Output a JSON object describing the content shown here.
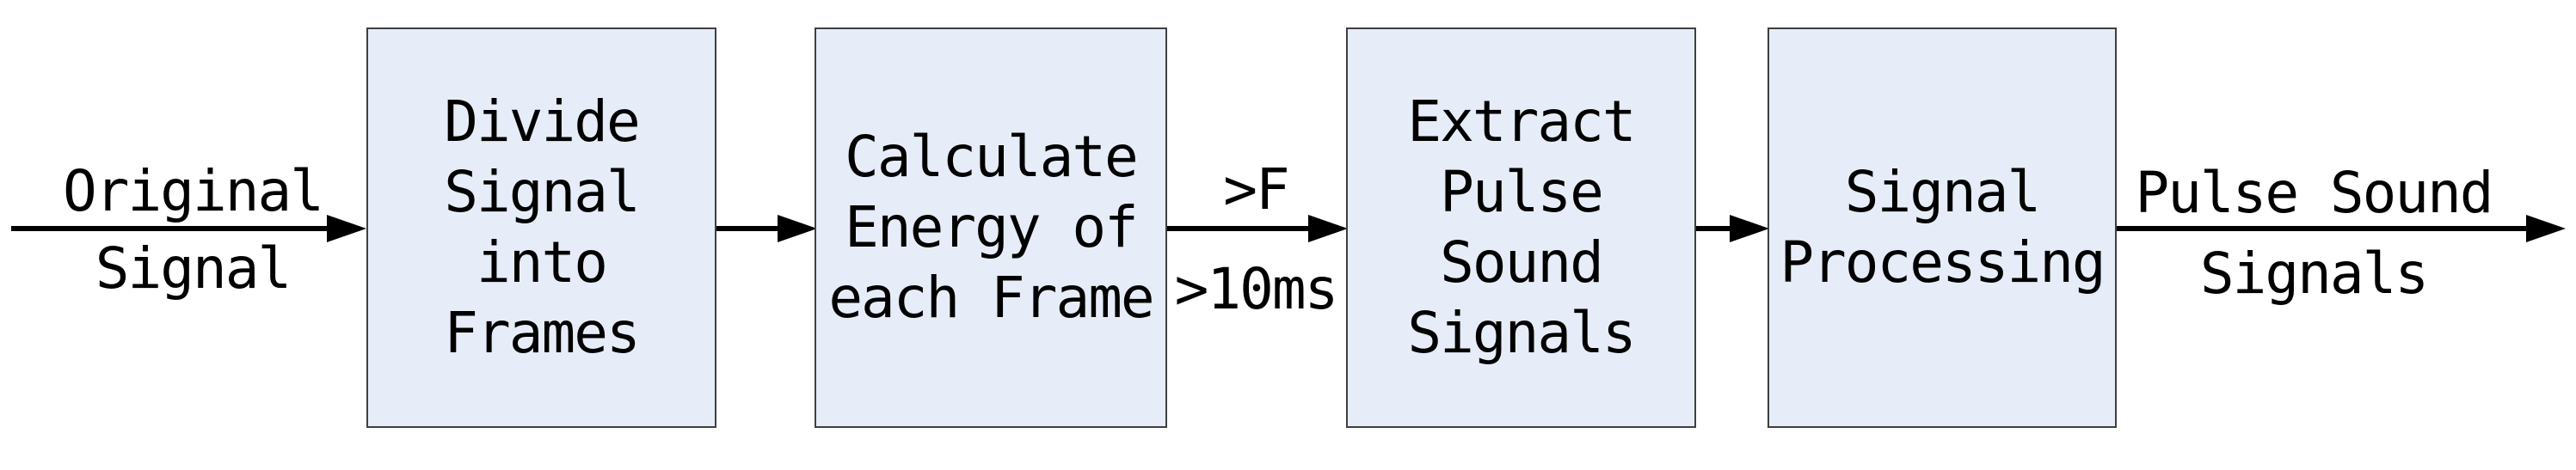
{
  "diagram": {
    "colors": {
      "box_fill": "#e7edf8",
      "box_border": "#3f3f3f",
      "arrow": "#000000",
      "text": "#000000",
      "background": "#ffffff"
    },
    "nodes": [
      {
        "label": "Divide\nSignal\ninto\nFrames"
      },
      {
        "label": "Calculate\nEnergy of\neach Frame"
      },
      {
        "label": "Extract\nPulse\nSound\nSignals"
      },
      {
        "label": "Signal\nProcessing"
      }
    ],
    "edge_labels": {
      "input_top": "Original",
      "input_bottom": "Signal",
      "mid_top": ">F",
      "mid_bottom": ">10ms",
      "output_top": "Pulse Sound",
      "output_bottom": "Signals"
    }
  }
}
